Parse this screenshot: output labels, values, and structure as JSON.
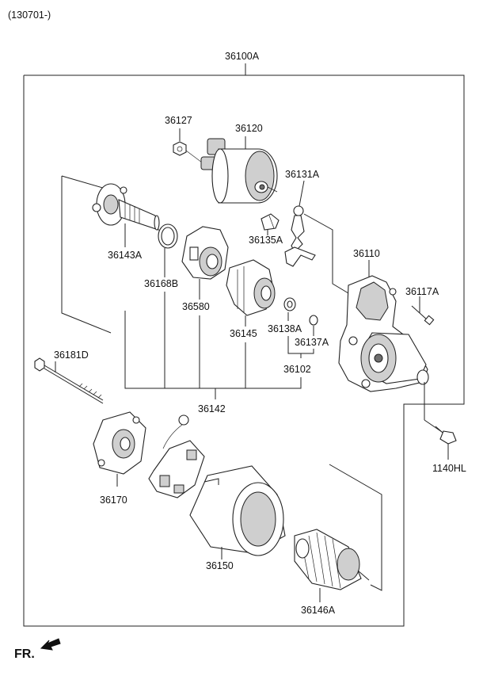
{
  "header": {
    "date_code": "(130701-)"
  },
  "assembly": {
    "main_label": "36100A"
  },
  "labels": {
    "p36127": "36127",
    "p36120": "36120",
    "p36131A": "36131A",
    "p36135A": "36135A",
    "p36110": "36110",
    "p36117A": "36117A",
    "p36143A": "36143A",
    "p36168B": "36168B",
    "p36580": "36580",
    "p36145": "36145",
    "p36138A": "36138A",
    "p36137A": "36137A",
    "p36102": "36102",
    "p36142": "36142",
    "p36181D": "36181D",
    "p36170": "36170",
    "p1140HL": "1140HL",
    "p36150": "36150",
    "p36146A": "36146A"
  },
  "footer": {
    "direction_label": "FR."
  }
}
